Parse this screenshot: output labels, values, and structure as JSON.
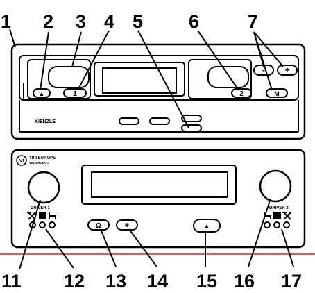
{
  "brand": {
    "kienzle": "KIENZLE",
    "logo_mark": "VI",
    "logo_line1": "TIPI EUROPE",
    "logo_line2": "VEDEROBOT"
  },
  "labels": {
    "driver1": "DRIVER 1",
    "driver2": "DRIVER 2"
  },
  "top_buttons": {
    "eject": "▲",
    "driver1": "1",
    "driver2": "2",
    "minus": "-",
    "plus": "+",
    "menu": "M"
  },
  "bottom_buttons": {
    "print": "Ω",
    "plus": "+",
    "eject": "▲"
  },
  "callouts": {
    "c1": "1",
    "c2": "2",
    "c3": "3",
    "c4": "4",
    "c5": "5",
    "c6": "6",
    "c7": "7",
    "c11": "11",
    "c12": "12",
    "c13": "13",
    "c14": "14",
    "c15": "15",
    "c16": "16",
    "c17": "17"
  },
  "colors": {
    "divider": "#e02020",
    "ink": "#000000"
  }
}
